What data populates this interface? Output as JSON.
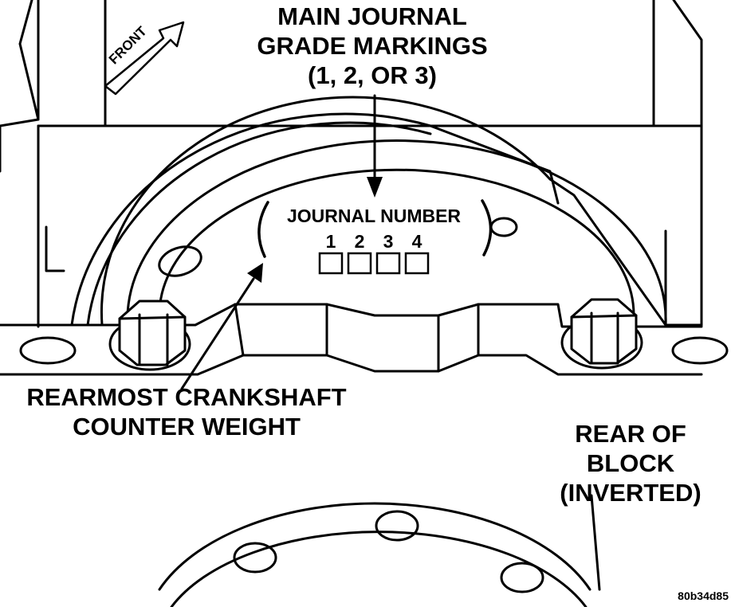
{
  "labels": {
    "grade_line1": "MAIN JOURNAL",
    "grade_line2": "GRADE MARKINGS",
    "grade_line3": "(1, 2, OR 3)",
    "journal_number": "JOURNAL NUMBER",
    "front": "FRONT",
    "counter_line1": "REARMOST CRANKSHAFT",
    "counter_line2": "COUNTER WEIGHT",
    "rear_line1": "REAR OF",
    "rear_line2": "BLOCK",
    "rear_line3": "(INVERTED)",
    "figure_id": "80b34d85"
  },
  "journals": [
    {
      "number": "1"
    },
    {
      "number": "2"
    },
    {
      "number": "3"
    },
    {
      "number": "4"
    }
  ]
}
